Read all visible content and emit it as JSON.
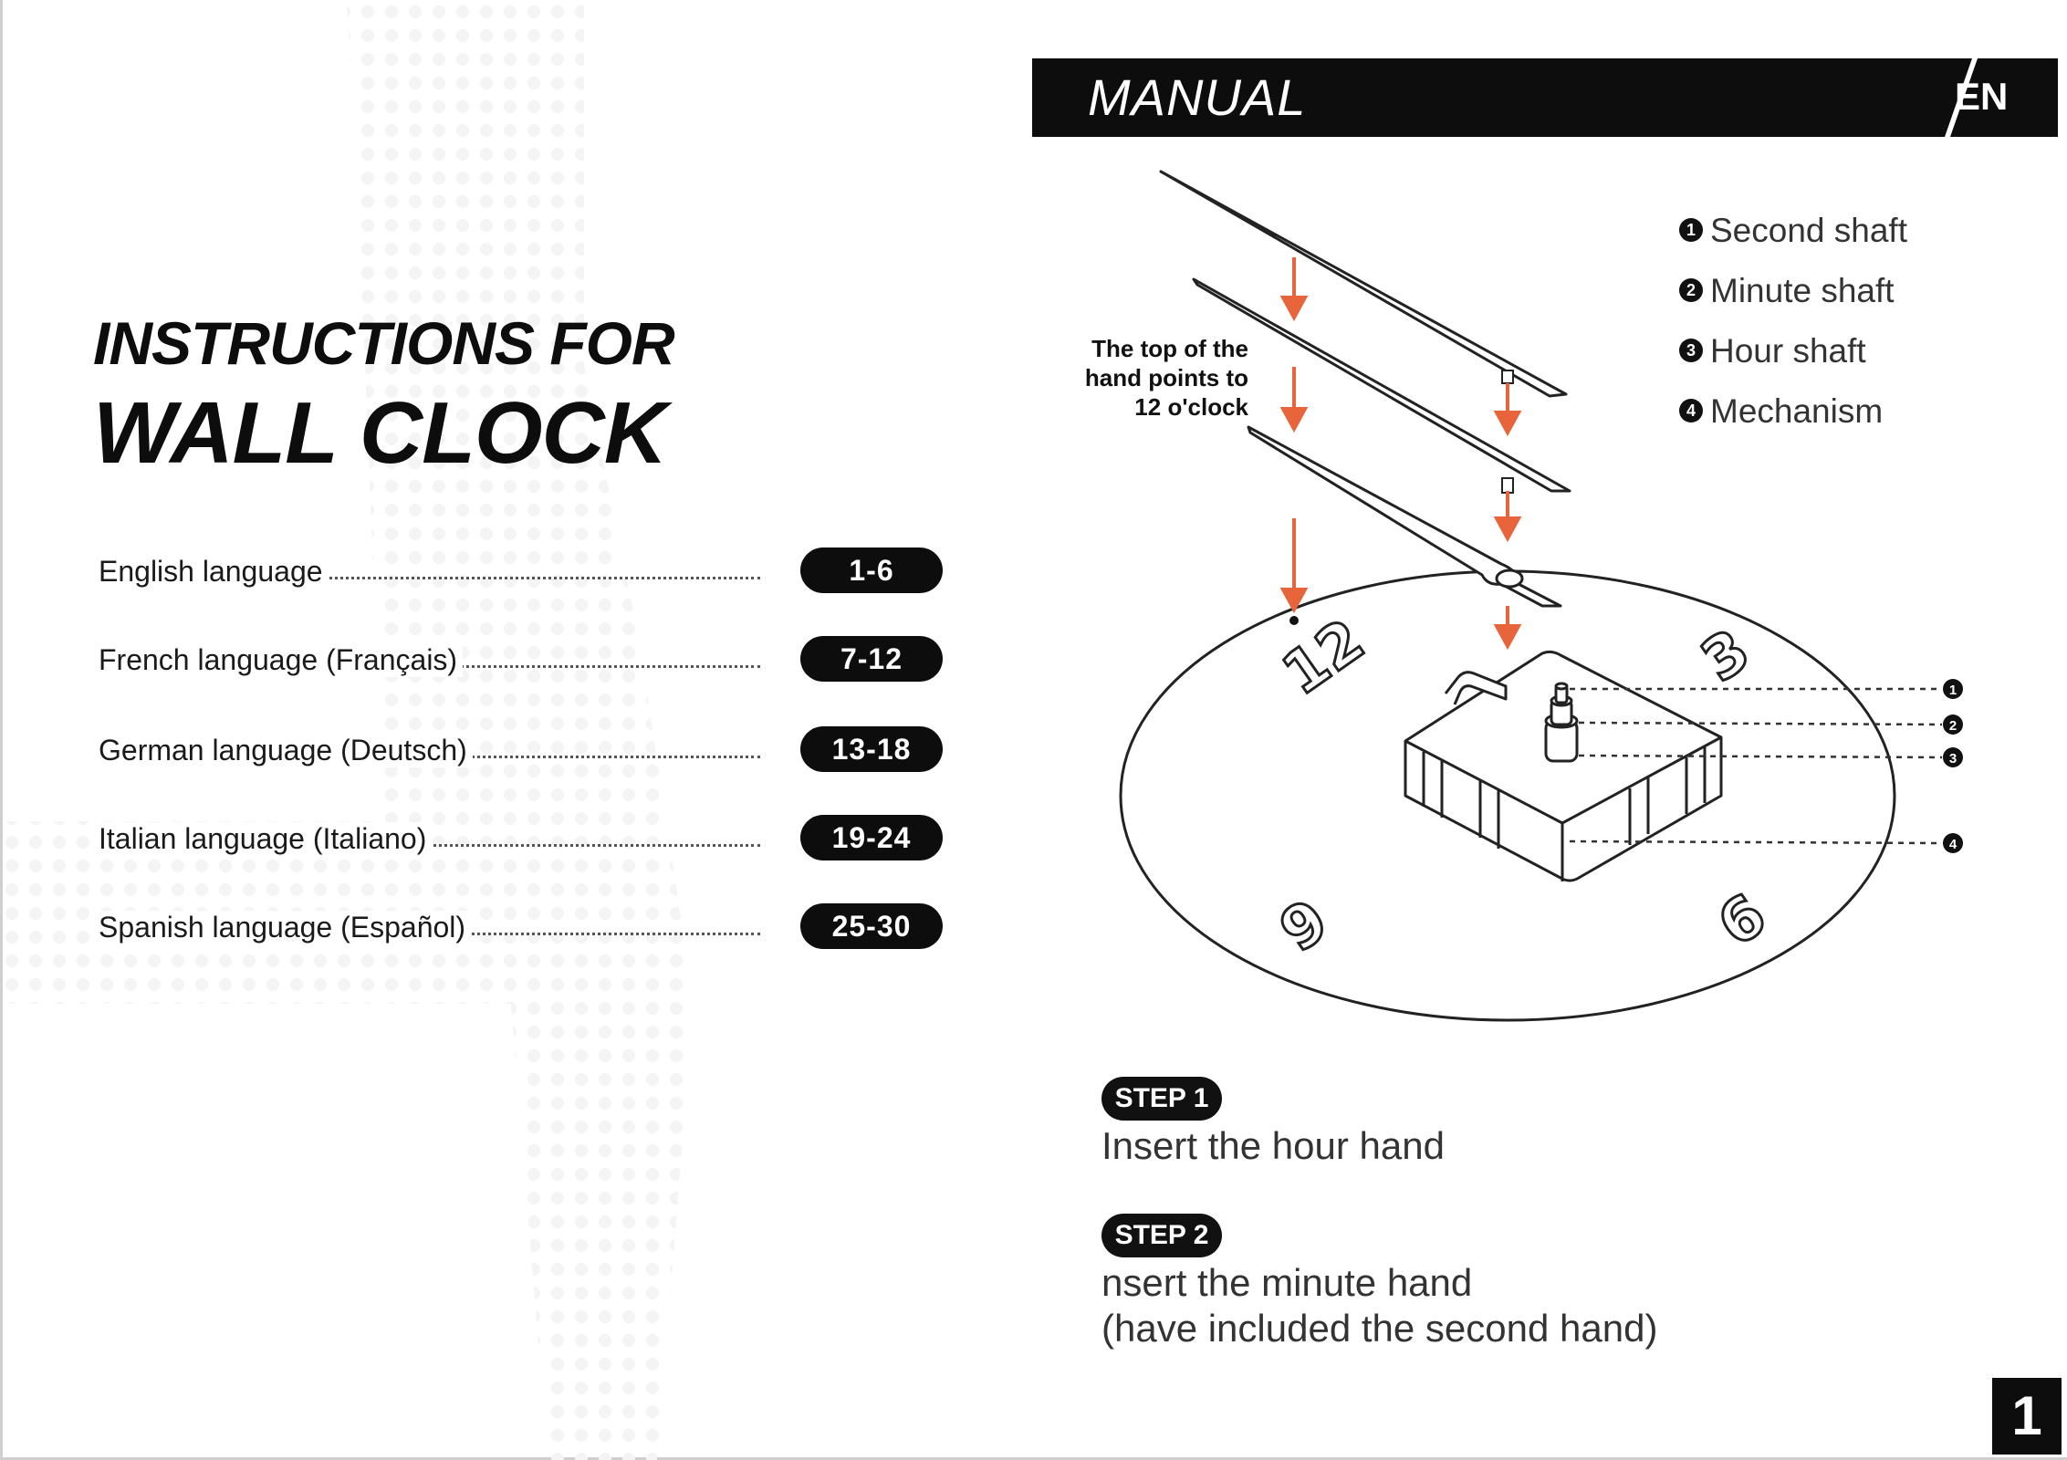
{
  "document": {
    "title_line1": "INSTRUCTIONS FOR",
    "title_line2": "WALL CLOCK"
  },
  "toc": [
    {
      "label": "English language",
      "pages": "1-6"
    },
    {
      "label": "French language (Français)",
      "pages": "7-12"
    },
    {
      "label": "German language (Deutsch)",
      "pages": "13-18"
    },
    {
      "label": "Italian language (Italiano)",
      "pages": "19-24"
    },
    {
      "label": "Spanish language (Español)",
      "pages": "25-30"
    }
  ],
  "header": {
    "title": "MANUAL",
    "language": "EN"
  },
  "diagram": {
    "hint": "The top of the hand points to 12 o'clock",
    "dial_numbers": [
      "12",
      "3",
      "9",
      "6"
    ],
    "legend": [
      {
        "num": "1",
        "label": "Second shaft"
      },
      {
        "num": "2",
        "label": "Minute shaft"
      },
      {
        "num": "3",
        "label": "Hour shaft"
      },
      {
        "num": "4",
        "label": "Mechanism"
      }
    ],
    "accent_color": "#e8643a"
  },
  "steps": [
    {
      "badge": "STEP 1",
      "text1": "Insert the hour hand",
      "text2": ""
    },
    {
      "badge": "STEP 2",
      "text1": "nsert the minute hand",
      "text2": "(have included the second hand)"
    }
  ],
  "page_number": "1"
}
